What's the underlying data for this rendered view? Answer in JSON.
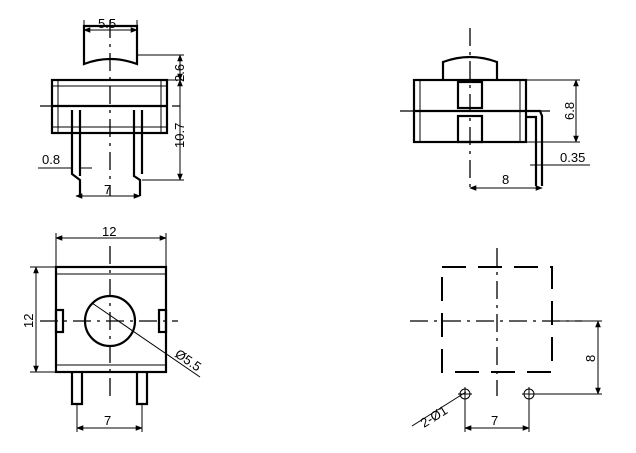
{
  "views": {
    "front": {
      "dim_top_width": "5.5",
      "dim_cap_height": "2.6",
      "dim_total_height": "10.7",
      "dim_pin_width": "0.8",
      "dim_pin_spacing": "7"
    },
    "side": {
      "dim_body_height": "6.8",
      "dim_pin_offset": "8",
      "dim_pin_thickness": "0.35"
    },
    "top": {
      "dim_width": "12",
      "dim_height": "12",
      "dim_button_diameter": "Ø5.5",
      "dim_pin_spacing": "7"
    },
    "footprint": {
      "dim_holes": "2-Ø1",
      "dim_hole_spacing": "7",
      "dim_row_offset": "8"
    }
  }
}
